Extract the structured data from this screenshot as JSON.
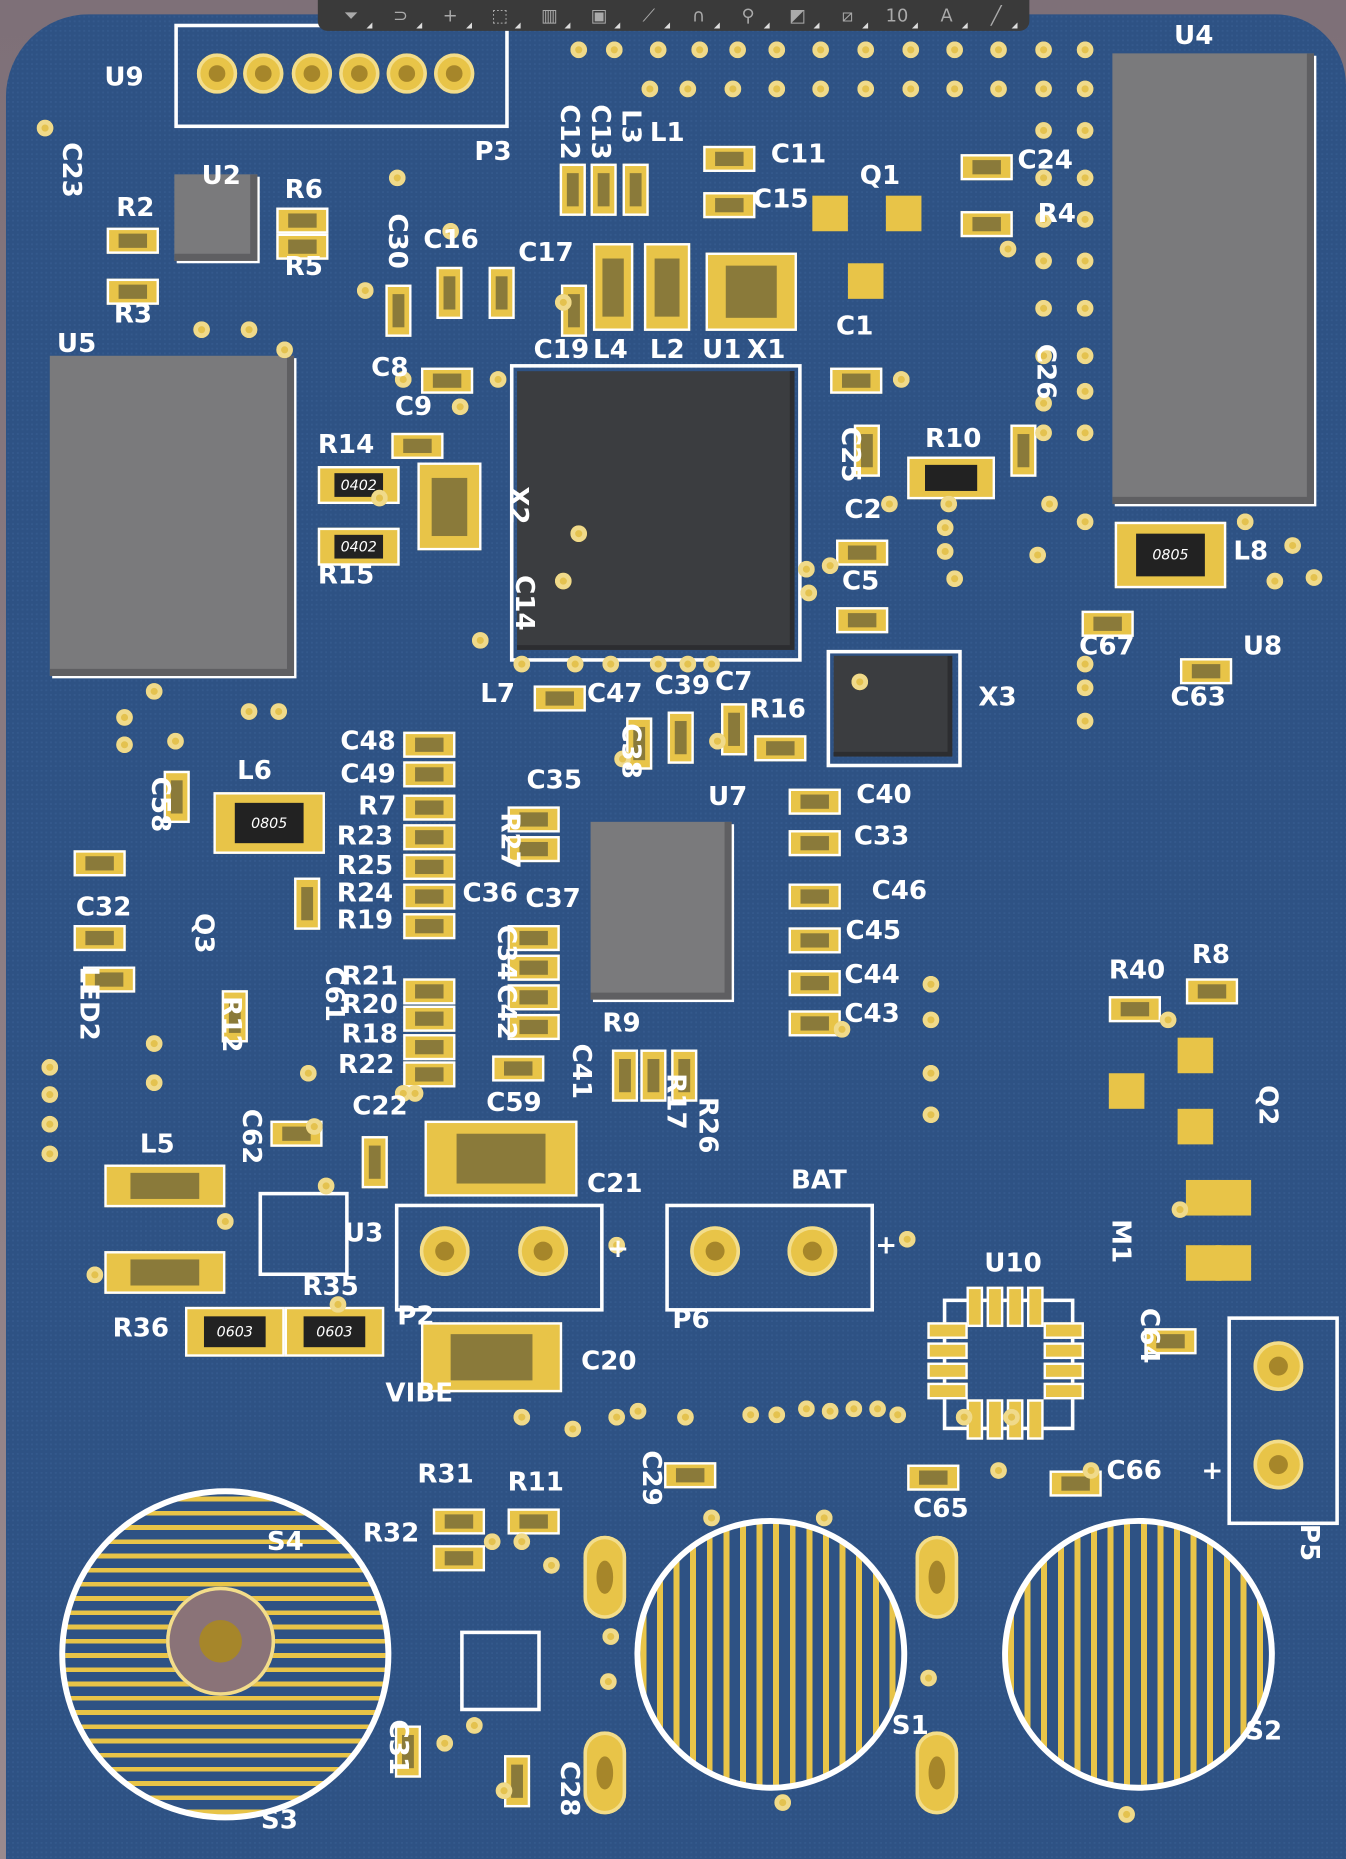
{
  "toolbar": {
    "items": [
      {
        "name": "filter",
        "glyph": "⏷"
      },
      {
        "name": "snap",
        "glyph": "⊃"
      },
      {
        "name": "crosshair",
        "glyph": "+"
      },
      {
        "name": "select-area",
        "glyph": "⬚"
      },
      {
        "name": "bar-chart",
        "glyph": "▥"
      },
      {
        "name": "component",
        "glyph": "▣"
      },
      {
        "name": "route-track",
        "glyph": "⟋"
      },
      {
        "name": "diff-pair",
        "glyph": "∩"
      },
      {
        "name": "via",
        "glyph": "⚲"
      },
      {
        "name": "polygon",
        "glyph": "◩"
      },
      {
        "name": "interactive-route",
        "glyph": "⧄"
      },
      {
        "name": "string",
        "glyph": "10"
      },
      {
        "name": "text",
        "glyph": "A"
      },
      {
        "name": "line",
        "glyph": "╱"
      }
    ]
  },
  "board": {
    "colors": {
      "soldermask": "#2e5284",
      "pad": "#e8c448",
      "silkscreen": "#ffffff"
    }
  },
  "designators": [
    "U9",
    "C23",
    "R2",
    "R6",
    "R5",
    "R3",
    "U2",
    "U5",
    "P3",
    "C12",
    "C13",
    "L3",
    "L1",
    "C11",
    "C15",
    "Q1",
    "C24",
    "R4",
    "U4",
    "C30",
    "C16",
    "C17",
    "C19",
    "L4",
    "L2",
    "U1",
    "X1",
    "C1",
    "C26",
    "C8",
    "C9",
    "R14",
    "X2",
    "R15",
    "C14",
    "C25",
    "R10",
    "C2",
    "C5",
    "L8",
    "C67",
    "U8",
    "C63",
    "L7",
    "C47",
    "C39",
    "C7",
    "C38",
    "R16",
    "X3",
    "C48",
    "C49",
    "R7",
    "R23",
    "R25",
    "R24",
    "R19",
    "R27",
    "C35",
    "C40",
    "C33",
    "C36",
    "C37",
    "C46",
    "C45",
    "C34",
    "C42",
    "C44",
    "C43",
    "U7",
    "L6",
    "C58",
    "C32",
    "LED2",
    "Q3",
    "R12",
    "C61",
    "R21",
    "R20",
    "R18",
    "R22",
    "R9",
    "R17",
    "R26",
    "C41",
    "C22",
    "C59",
    "C62",
    "L5",
    "U3",
    "R35",
    "R36",
    "P2",
    "VIBE",
    "C20",
    "C21",
    "BAT",
    "P6",
    "R40",
    "R8",
    "Q2",
    "M1",
    "U10",
    "C64",
    "C65",
    "C66",
    "P5",
    "S4",
    "R31",
    "R11",
    "R32",
    "C29",
    "S1",
    "S2",
    "S3",
    "C31",
    "C28",
    "+",
    "+",
    "+"
  ],
  "part_markings": {
    "l6": "0805",
    "l8": "0805",
    "r14": "0402",
    "r15": "0402",
    "r36": "0603",
    "r35": "0603"
  }
}
